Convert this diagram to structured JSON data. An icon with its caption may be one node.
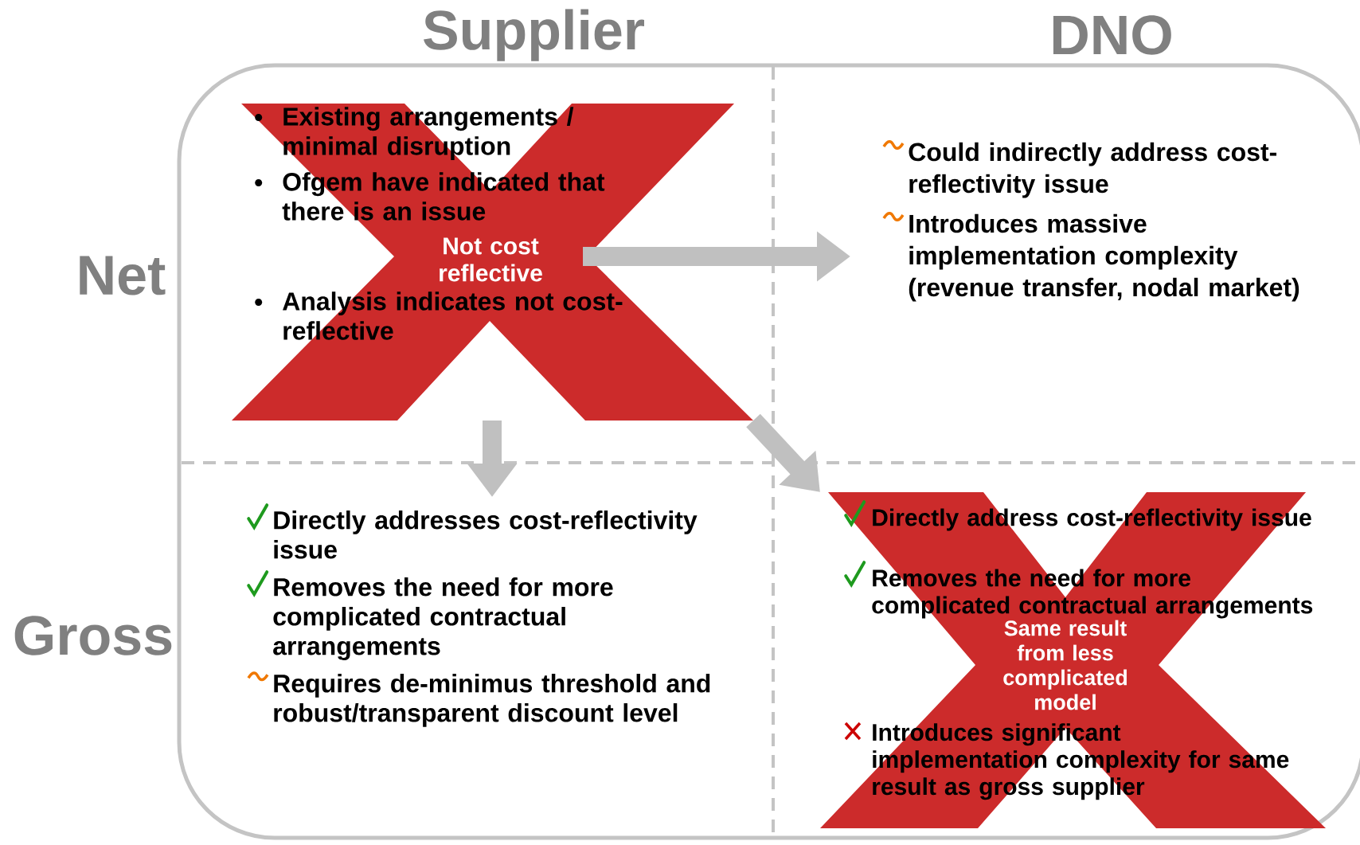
{
  "diagram": {
    "nodes": [
      {
        "text": [
          "Not cost reflective"
        ]
      },
      {
        "text": [
          "Existing arrangements / minimal disruption"
        ],
        "in": 0
      },
      {
        "text": [
          "Ofgem have indicated that there is an issue"
        ],
        "in": 0
      },
      {
        "text": [
          "Analysis indicates not cost-reflective"
        ],
        "in": 0
      },
      {
        "text": [
          "Could indirectly address cost-reflectivity issue",
          "Introduces massive implementation complexity (revenue transfer, nodal market)"
        ]
      },
      {
        "text": [
          "Directly addresses cost-reflectivity issue",
          "Removes the need for more complicated contractual arrangements",
          "Requires de-minimus threshold and robust/transparent discount level"
        ]
      },
      {
        "text": [
          "Same result from less complicated model"
        ]
      },
      {
        "text": [
          "Directly address cost-reflectivity issue"
        ],
        "in": 6
      },
      {
        "text": [
          "Removes the need for more complicated contractual arrangements"
        ],
        "in": 6
      },
      {
        "text": [
          "Introduces significant implementation complexity for same result as gross supplier"
        ],
        "in": 6
      }
    ],
    "edges": [
      {
        "from": 0,
        "to": 4,
        "arrow": "to"
      },
      {
        "from": 0,
        "to": 5,
        "arrow": "to"
      },
      {
        "from": 0,
        "to": 6,
        "arrow": "to"
      }
    ],
    "labels": [
      "Supplier",
      "DNO",
      "Net",
      "Gross"
    ]
  }
}
